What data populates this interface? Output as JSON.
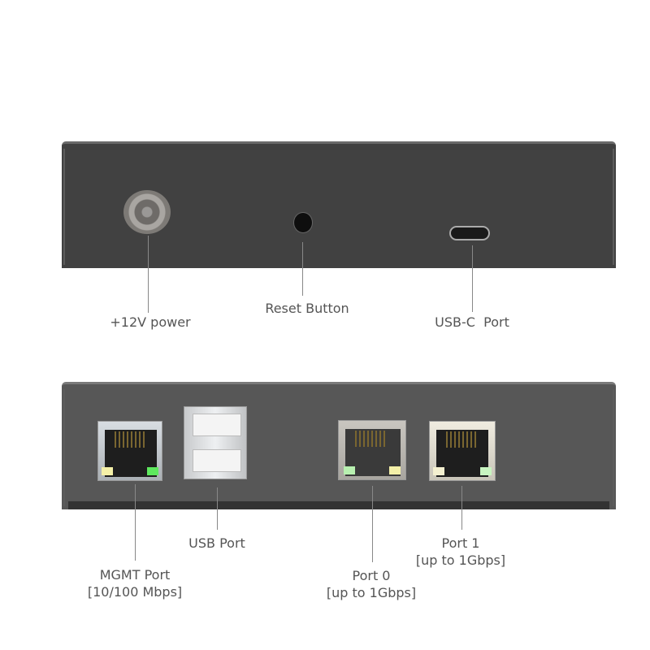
{
  "top_panel": {
    "labels": {
      "power": "+12V power",
      "reset": "Reset Button",
      "usbc": "USB-C  Port"
    }
  },
  "bottom_panel": {
    "labels": {
      "mgmt": [
        "MGMT Port",
        "[10/100 Mbps]"
      ],
      "usb": "USB Port",
      "port0": [
        "Port 0",
        "[up to 1Gbps]"
      ],
      "port1": [
        "Port 1",
        "[up to 1Gbps]"
      ]
    }
  },
  "colors": {
    "led_green": "#5ee85e",
    "led_yellow": "#f4f0a8"
  }
}
